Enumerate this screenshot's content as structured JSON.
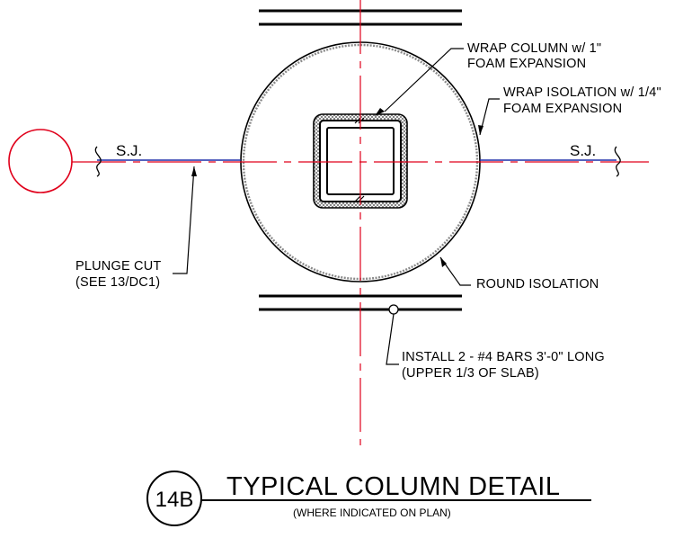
{
  "labels": {
    "wrap_column_1": "WRAP COLUMN w/ 1\"",
    "wrap_column_2": "FOAM EXPANSION",
    "wrap_isolation_1": "WRAP ISOLATION w/ 1/4\"",
    "wrap_isolation_2": "FOAM EXPANSION",
    "sj_left": "S.J.",
    "sj_right": "S.J.",
    "plunge_cut_1": "PLUNGE CUT",
    "plunge_cut_2": "(SEE 13/DC1)",
    "round_isolation": "ROUND ISOLATION",
    "install_bars_1": "INSTALL 2 - #4 BARS 3'-0\" LONG",
    "install_bars_2": "(UPPER 1/3 OF SLAB)"
  },
  "title_block": {
    "badge": "14B",
    "title": "TYPICAL COLUMN DETAIL",
    "subtitle": "(WHERE INDICATED ON PLAN)"
  },
  "colors": {
    "centerline": "#e0001b",
    "sawcut": "#1f2fa8",
    "linework": "#000000"
  }
}
